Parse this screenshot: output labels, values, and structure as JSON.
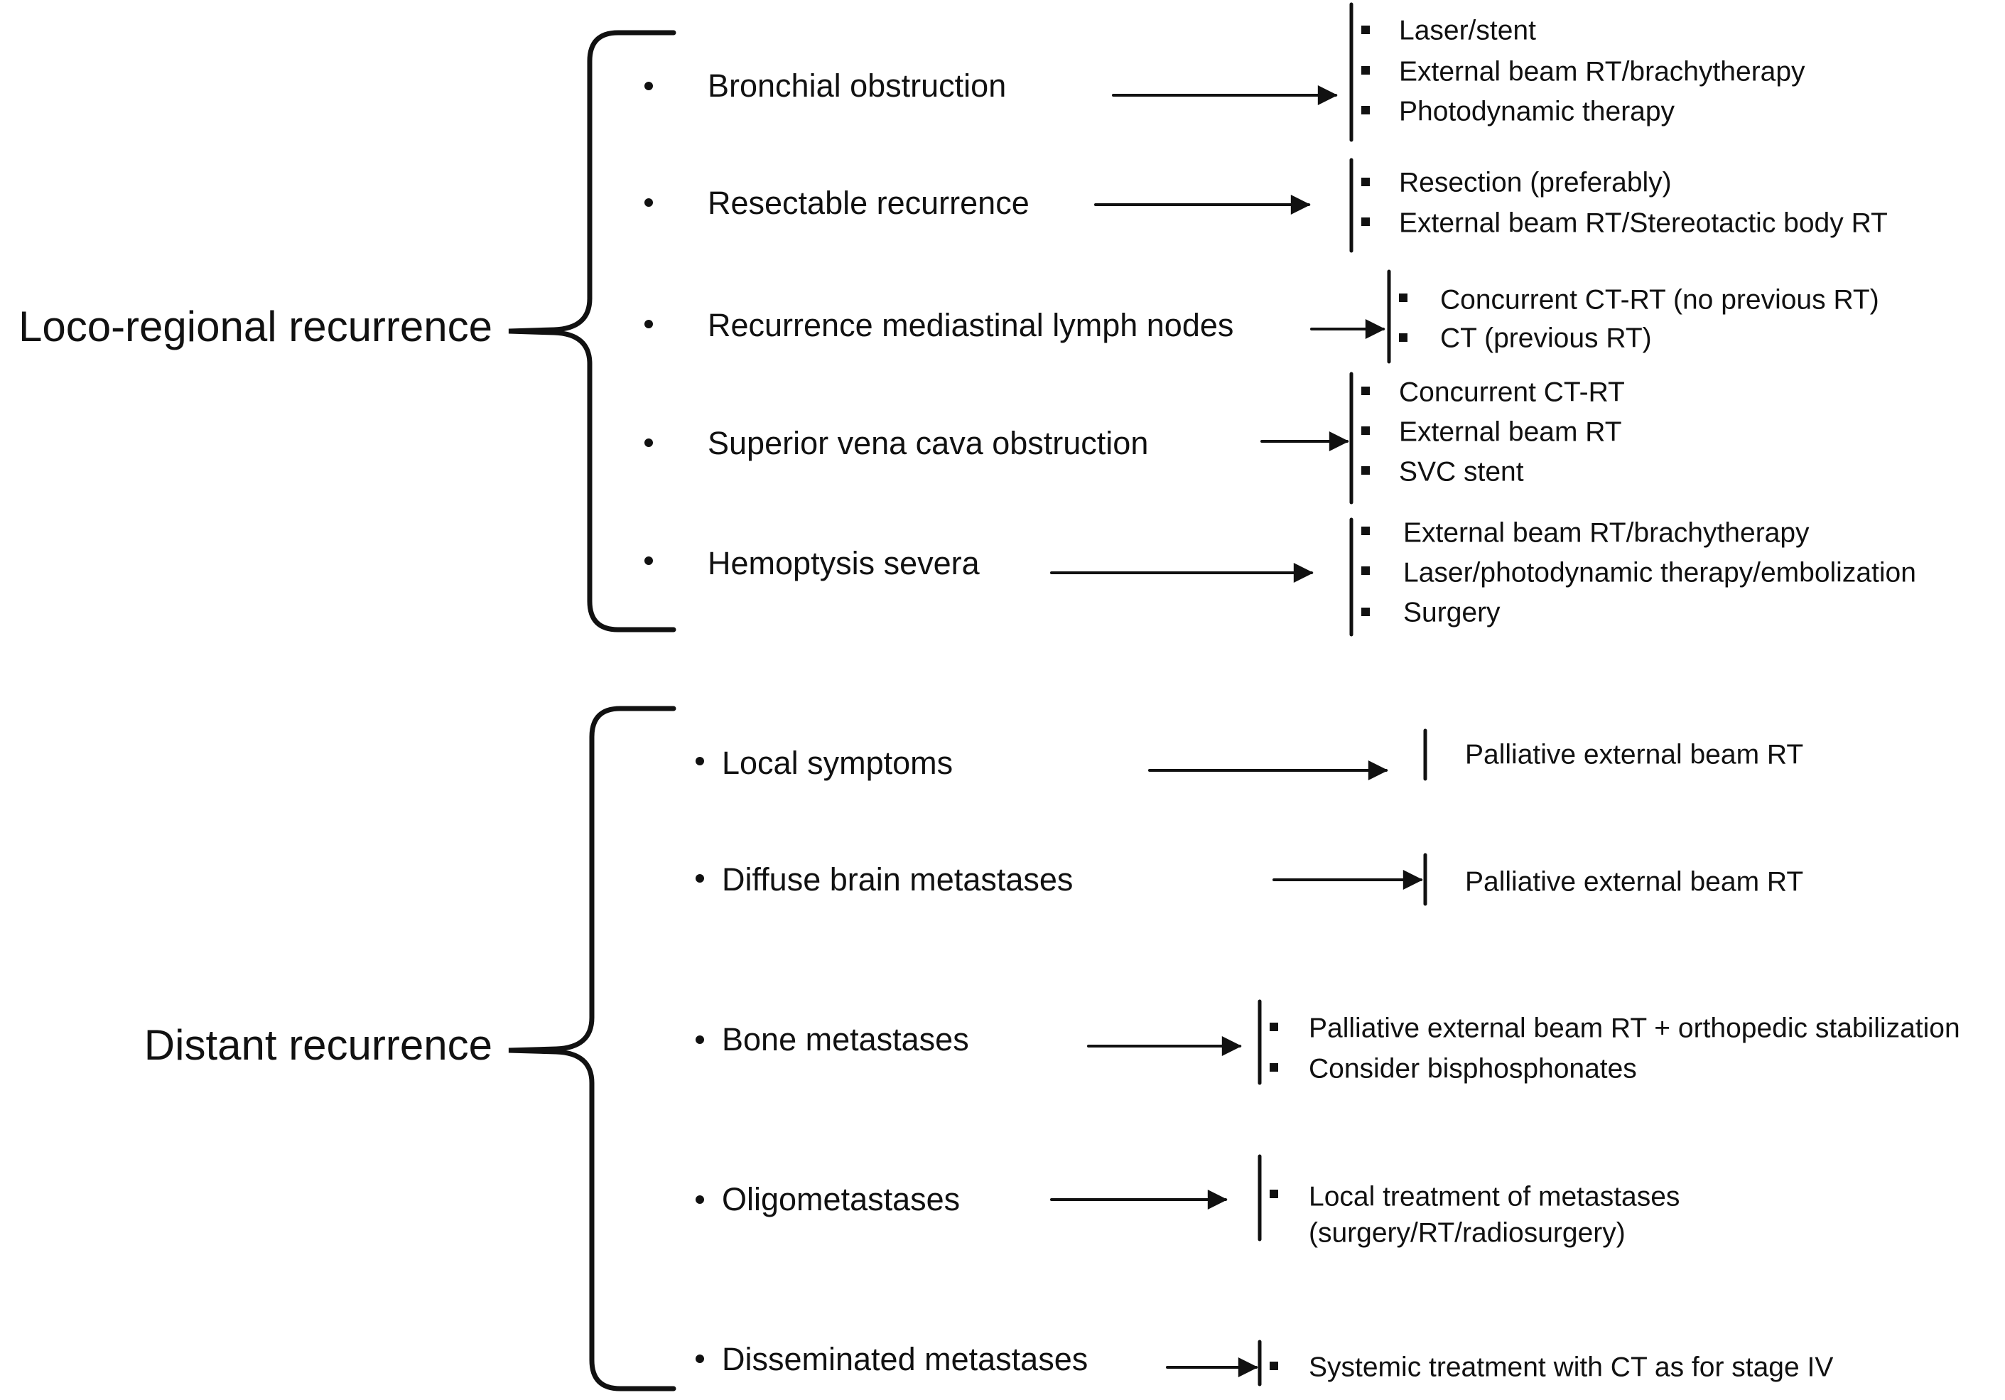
{
  "groups": [
    {
      "label": "Loco-regional recurrence",
      "conditions": [
        {
          "label": "Bronchial obstruction",
          "treatments": [
            "Laser/stent",
            "External beam RT/brachytherapy",
            "Photodynamic therapy"
          ]
        },
        {
          "label": "Resectable recurrence",
          "treatments": [
            "Resection (preferably)",
            "External beam RT/Stereotactic body RT"
          ]
        },
        {
          "label": "Recurrence mediastinal lymph nodes",
          "treatments": [
            "Concurrent CT-RT (no previous RT)",
            "CT (previous RT)"
          ]
        },
        {
          "label": "Superior vena cava obstruction",
          "treatments": [
            "Concurrent CT-RT",
            "External beam RT",
            "SVC stent"
          ]
        },
        {
          "label": "Hemoptysis severa",
          "treatments": [
            "External beam RT/brachytherapy",
            "Laser/photodynamic therapy/embolization",
            "Surgery"
          ]
        }
      ]
    },
    {
      "label": "Distant recurrence",
      "conditions": [
        {
          "label": "Local symptoms",
          "treatments": [
            "Palliative external beam RT"
          ]
        },
        {
          "label": "Diffuse brain metastases",
          "treatments": [
            "Palliative external beam RT"
          ]
        },
        {
          "label": "Bone metastases",
          "treatments": [
            "Palliative external beam RT + orthopedic stabilization",
            "Consider bisphosphonates"
          ]
        },
        {
          "label": "Oligometastases",
          "treatments": [
            "Local treatment of metastases",
            "(surgery/RT/radiosurgery)"
          ]
        },
        {
          "label": "Disseminated metastases",
          "treatments": [
            "Systemic treatment with CT as for stage IV"
          ]
        }
      ]
    }
  ]
}
